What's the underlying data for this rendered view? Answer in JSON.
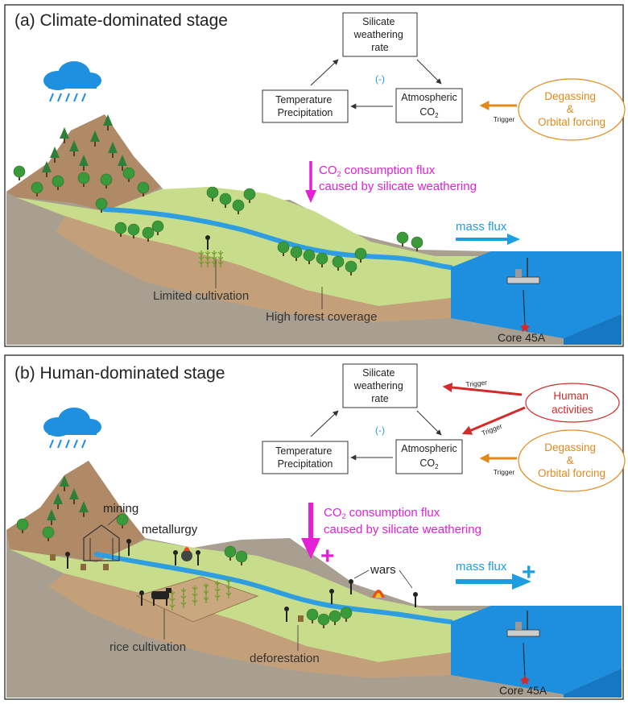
{
  "panel_a": {
    "title": "(a)  Climate-dominated stage",
    "box_silicate": [
      "Silicate",
      "weathering",
      "rate"
    ],
    "box_temp": [
      "Temperature",
      "Precipitation"
    ],
    "box_co2_main": "Atmospheric",
    "box_co2_sub": "CO",
    "box_co2_subscript": "2",
    "feedback_sign": "(-)",
    "driver_degassing": [
      "Degassing",
      "&",
      "Orbital forcing"
    ],
    "trigger_label": "Trigger",
    "flux_line1_prefix": "CO",
    "flux_line1_sub": "2",
    "flux_line1_suffix": " consumption flux",
    "flux_line2": "caused by silicate weathering",
    "mass_flux": "mass flux",
    "limited_cultivation": "Limited cultivation",
    "high_forest": "High forest coverage",
    "core": "Core 45A"
  },
  "panel_b": {
    "title": "(b)  Human-dominated stage",
    "box_silicate": [
      "Silicate",
      "weathering",
      "rate"
    ],
    "box_temp": [
      "Temperature",
      "Precipitation"
    ],
    "box_co2_main": "Atmospheric",
    "box_co2_sub": "CO",
    "box_co2_subscript": "2",
    "feedback_sign": "(-)",
    "driver_human": [
      "Human",
      "activities"
    ],
    "driver_degassing": [
      "Degassing",
      "&",
      "Orbital forcing"
    ],
    "trigger_label": "Trigger",
    "flux_line1_prefix": "CO",
    "flux_line1_sub": "2",
    "flux_line1_suffix": " consumption flux",
    "flux_line2": "caused by silicate weathering",
    "flux_plus": "+",
    "mass_flux": "mass flux",
    "mass_plus": "+",
    "mining": "mining",
    "metallurgy": "metallurgy",
    "wars": "wars",
    "rice_cultivation": "rice cultivation",
    "deforestation": "deforestation",
    "core": "Core 45A"
  },
  "colors": {
    "magenta": "#e41fd6",
    "blue": "#1e9ee0",
    "orange": "#e08a1c",
    "red": "#d42a2a",
    "land_green": "#c8dd8c",
    "soil_brown": "#c4a07a",
    "rock_gray": "#b7ad9c",
    "sea": "#1d8fde",
    "tree": "#3a9a3a"
  }
}
